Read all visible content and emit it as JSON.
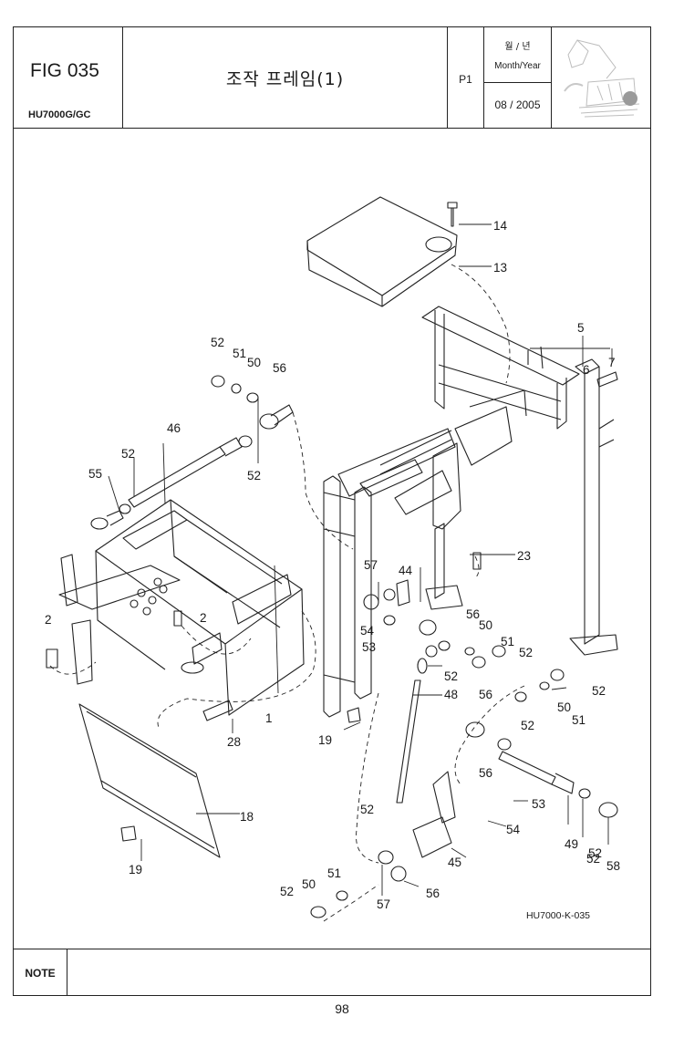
{
  "header": {
    "figure": "FIG 035",
    "model": "HU7000G/GC",
    "title": "조작 프레임(1)",
    "page": "P1",
    "date_label_kr": "월 / 년",
    "date_label_en": "Month/Year",
    "date_value": "08 / 2005"
  },
  "callouts": [
    "14",
    "13",
    "5",
    "7",
    "6",
    "52",
    "51",
    "50",
    "56",
    "46",
    "52",
    "52",
    "55",
    "57",
    "44",
    "23",
    "2",
    "2",
    "54",
    "53",
    "56",
    "50",
    "51",
    "52",
    "52",
    "52",
    "48",
    "56",
    "50",
    "51",
    "52",
    "19",
    "1",
    "28",
    "56",
    "52",
    "52",
    "53",
    "54",
    "45",
    "49",
    "52",
    "58",
    "18",
    "19",
    "51",
    "50",
    "52",
    "57",
    "56"
  ],
  "drawing_number": "HU7000-K-035",
  "note_label": "NOTE",
  "page_number": "98"
}
